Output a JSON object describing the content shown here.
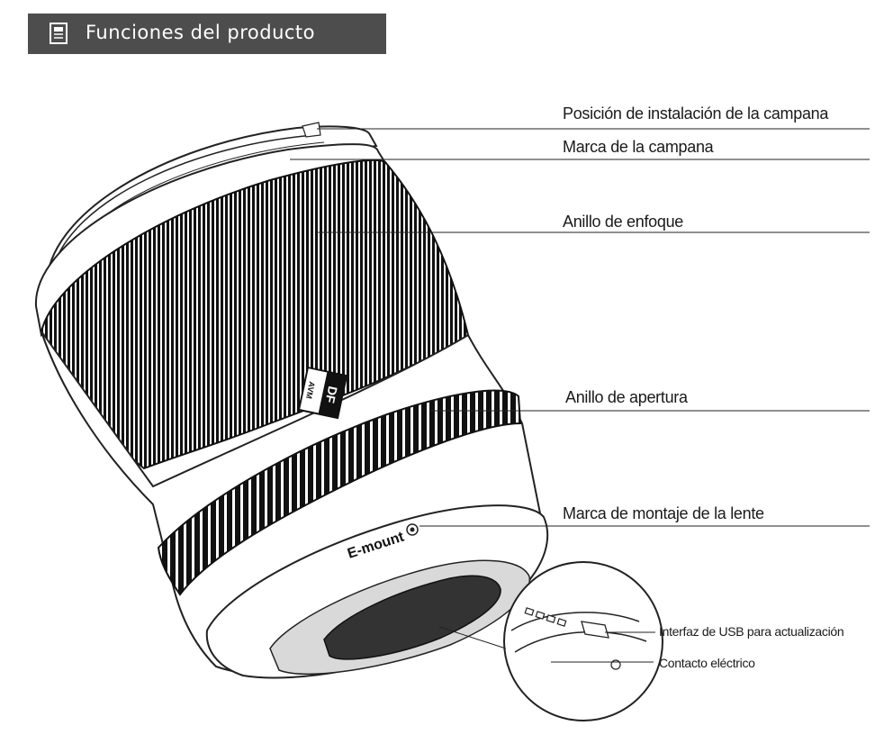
{
  "header": {
    "title": "Funciones del producto",
    "icon": "document-icon",
    "background": "#4d4d4d"
  },
  "labels": {
    "hood_install": "Posición de instalación de la campana",
    "hood_mark": "Marca de la campana",
    "focus_ring": "Anillo de enfoque",
    "aperture_ring": "Anillo de apertura",
    "mount_mark": "Marca de montaje de la lente",
    "usb_interface": "Interfaz de USB para actualización",
    "contacts": "Contacto eléctrico"
  },
  "lens": {
    "mount_text": "E-mount",
    "badge_brand": "DF",
    "badge_sub": "AVM"
  }
}
